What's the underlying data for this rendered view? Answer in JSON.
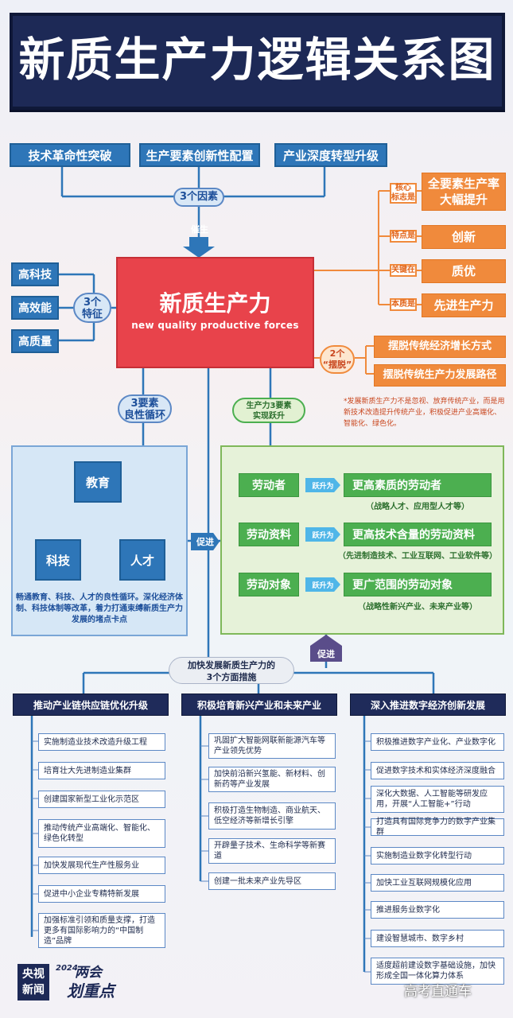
{
  "title": "新质生产力逻辑关系图",
  "factors": {
    "items": [
      "技术革命性突破",
      "生产要素创新性配置",
      "产业深度转型升级"
    ],
    "label": "3个因素",
    "arrow_label": "催生"
  },
  "core": {
    "cn": "新质生产力",
    "en": "new quality productive forces"
  },
  "features": {
    "items": [
      "高科技",
      "高效能",
      "高质量"
    ],
    "label_line1": "3个",
    "label_line2": "特征"
  },
  "attributes": [
    {
      "label": "核心\n标志是",
      "value": "全要素生产率\n大幅提升"
    },
    {
      "label": "特点是",
      "value": "创新"
    },
    {
      "label": "关键在",
      "value": "质优"
    },
    {
      "label": "本质是",
      "value": "先进生产力"
    }
  ],
  "breakaway": {
    "label_line1": "2个",
    "label_line2": "“摆脱”",
    "items": [
      "摆脱传统经济增长方式",
      "摆脱传统生产力发展路径"
    ],
    "note": "*发展新质生产力不是忽视、放弃传统产业，而是用新技术改造提升传统产业，积极促进产业高端化、智能化、绿色化。"
  },
  "cycle": {
    "label_line1": "3要素",
    "label_line2": "良性循环",
    "nodes": [
      "教育",
      "科技",
      "人才"
    ],
    "desc": "畅通教育、科技、人才的良性循环。深化经济体制、科技体制等改革，着力打通束缚新质生产力发展的堵点卡点",
    "promote": "促进"
  },
  "leap": {
    "label_line1": "生产力3要素",
    "label_line2": "实现跃升",
    "jump_label": "跃升为",
    "rows": [
      {
        "from": "劳动者",
        "to": "更高素质的劳动者",
        "sub": "（战略人才、应用型人才等）"
      },
      {
        "from": "劳动资料",
        "to": "更高技术含量的劳动资料",
        "sub": "（先进制造技术、工业互联网、工业软件等）"
      },
      {
        "from": "劳动对象",
        "to": "更广范围的劳动对象",
        "sub": "（战略性新兴产业、未来产业等）"
      }
    ],
    "promote": "促进"
  },
  "measures": {
    "title_line1": "加快发展新质生产力的",
    "title_line2": "3个方面措施",
    "columns": [
      {
        "head": "推动产业链供应链优化升级",
        "items": [
          "实施制造业技术改造升级工程",
          "培育壮大先进制造业集群",
          "创建国家新型工业化示范区",
          "推动传统产业高端化、智能化、绿色化转型",
          "加快发展现代生产性服务业",
          "促进中小企业专精特新发展",
          "加强标准引领和质量支撑，打造更多有国际影响力的“中国制造”品牌"
        ]
      },
      {
        "head": "积极培育新兴产业和未来产业",
        "items": [
          "巩固扩大智能网联新能源汽车等产业领先优势",
          "加快前沿新兴氢能、新材料、创新药等产业发展",
          "积极打造生物制造、商业航天、低空经济等新增长引擎",
          "开辟量子技术、生命科学等新赛道",
          "创建一批未来产业先导区"
        ]
      },
      {
        "head": "深入推进数字经济创新发展",
        "items": [
          "积极推进数字产业化、产业数字化",
          "促进数字技术和实体经济深度融合",
          "深化大数据、人工智能等研发应用，开展“人工智能+”行动",
          "打造具有国际竞争力的数字产业集群",
          "实施制造业数字化转型行动",
          "加快工业互联网规模化应用",
          "推进服务业数字化",
          "建设智慧城市、数字乡村",
          "适度超前建设数字基础设施，加快形成全国一体化算力体系"
        ]
      }
    ]
  },
  "logo": {
    "cctv_line1": "央视",
    "cctv_line2": "新闻",
    "year": "2024",
    "lianghui": "两会",
    "huazhongdian": "划重点"
  },
  "watermark": "高考直通车",
  "colors": {
    "navy": "#1d2956",
    "blue": "#2e76b8",
    "red": "#e8434b",
    "orange": "#f08a3c",
    "green": "#4caf50"
  }
}
